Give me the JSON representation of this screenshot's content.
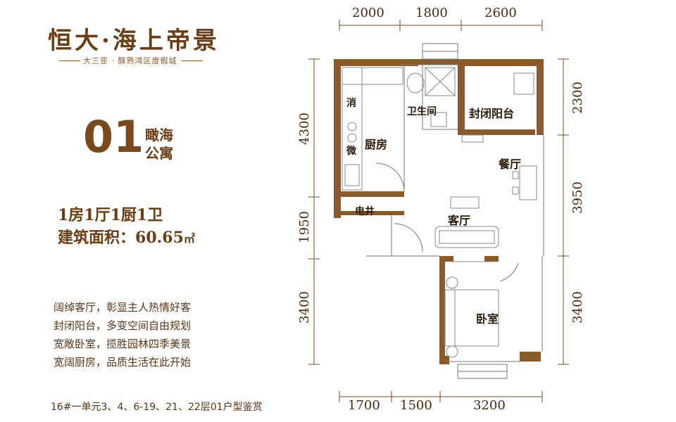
{
  "brand": {
    "title": "恒大·海上帝景",
    "subtitle": "大三亚 · 醇熟湾区度假城"
  },
  "unit": {
    "number": "01",
    "type_line1": "瞰海",
    "type_line2": "公寓"
  },
  "spec": {
    "layout": "1房1厅1厨1卫",
    "area_label": "建筑面积：",
    "area_value": "60.65",
    "area_unit": "㎡"
  },
  "features": [
    "阔绰客厅，彰显主人热情好客",
    "封闭阳台，多变空间自由规划",
    "宽敞卧室，揽胜园林四季美景",
    "宽阔厨房，品质生活在此开始"
  ],
  "note": "16#一单元3、4、6-19、21、22层01户型鉴赏",
  "dimensions": {
    "top": [
      "2000",
      "1800",
      "2600"
    ],
    "bottom": [
      "1700",
      "1500",
      "3200"
    ],
    "left": [
      "4300",
      "1950",
      "3400"
    ],
    "right": [
      "2300",
      "3950",
      "3400"
    ]
  },
  "rooms": {
    "kitchen": "厨房",
    "bathroom": "卫生间",
    "balcony": "封闭阳台",
    "dining": "餐厅",
    "living": "客厅",
    "bedroom": "卧室",
    "shaft": "电井",
    "disinfect": "消",
    "microwave": "微"
  },
  "colors": {
    "wall": "#8b5a2b",
    "dim_line": "#7a4a1e",
    "brand": "#6b3d14"
  }
}
